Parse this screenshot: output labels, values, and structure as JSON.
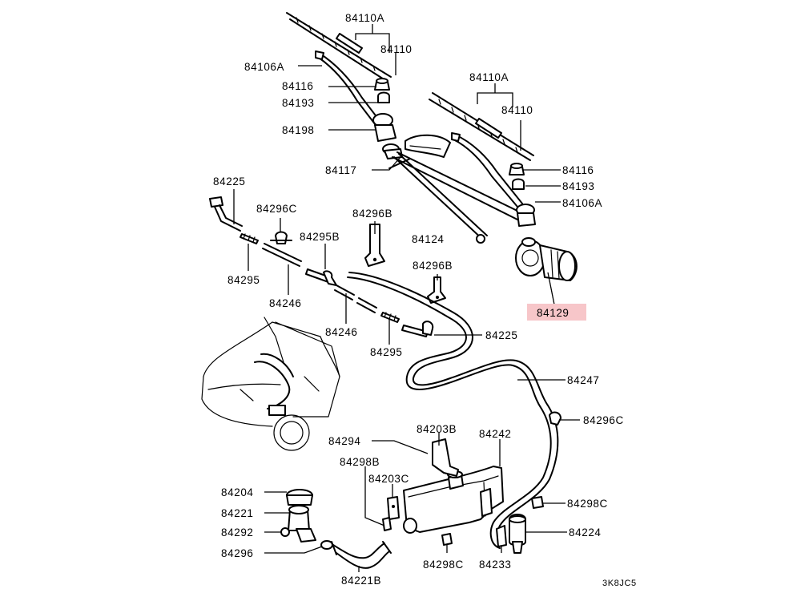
{
  "labels": {
    "blade_a_left": "84110A",
    "blade_left": "84110",
    "arm_a_left": "84106A",
    "nut_left": "84116",
    "cap_left": "84193",
    "pivot_left": "84198",
    "pivot_cover": "84117",
    "link_rod": "84124",
    "blade_a_right": "84110A",
    "blade_right": "84110",
    "nut_right": "84116",
    "cap_right": "84193",
    "arm_a_right": "84106A",
    "motor": "84129",
    "nozzle_top": "84225",
    "joint_c_top": "84296C",
    "clip_b_top": "84296B",
    "valve_b": "84295B",
    "clip_b_mid": "84296B",
    "check_left": "84295",
    "hose_left": "84246",
    "hose_mid": "84246",
    "check_mid": "84295",
    "nozzle_mid": "84225",
    "hose_long": "84247",
    "clip_c_right": "84296C",
    "tank_hose": "84294",
    "bracket_b": "84203B",
    "tank": "84242",
    "grommet_b": "84298B",
    "bracket_c": "84203C",
    "cap": "84204",
    "pump_filter": "84221",
    "packing": "84292",
    "joint": "84296",
    "inlet_hose": "84221B",
    "grommet_c_bottom": "84298C",
    "bolt": "84233",
    "grommet_c_right": "84298C",
    "pump": "84224"
  },
  "diagram_code": "3K8JC5",
  "highlight_color": "#f7c6c9"
}
